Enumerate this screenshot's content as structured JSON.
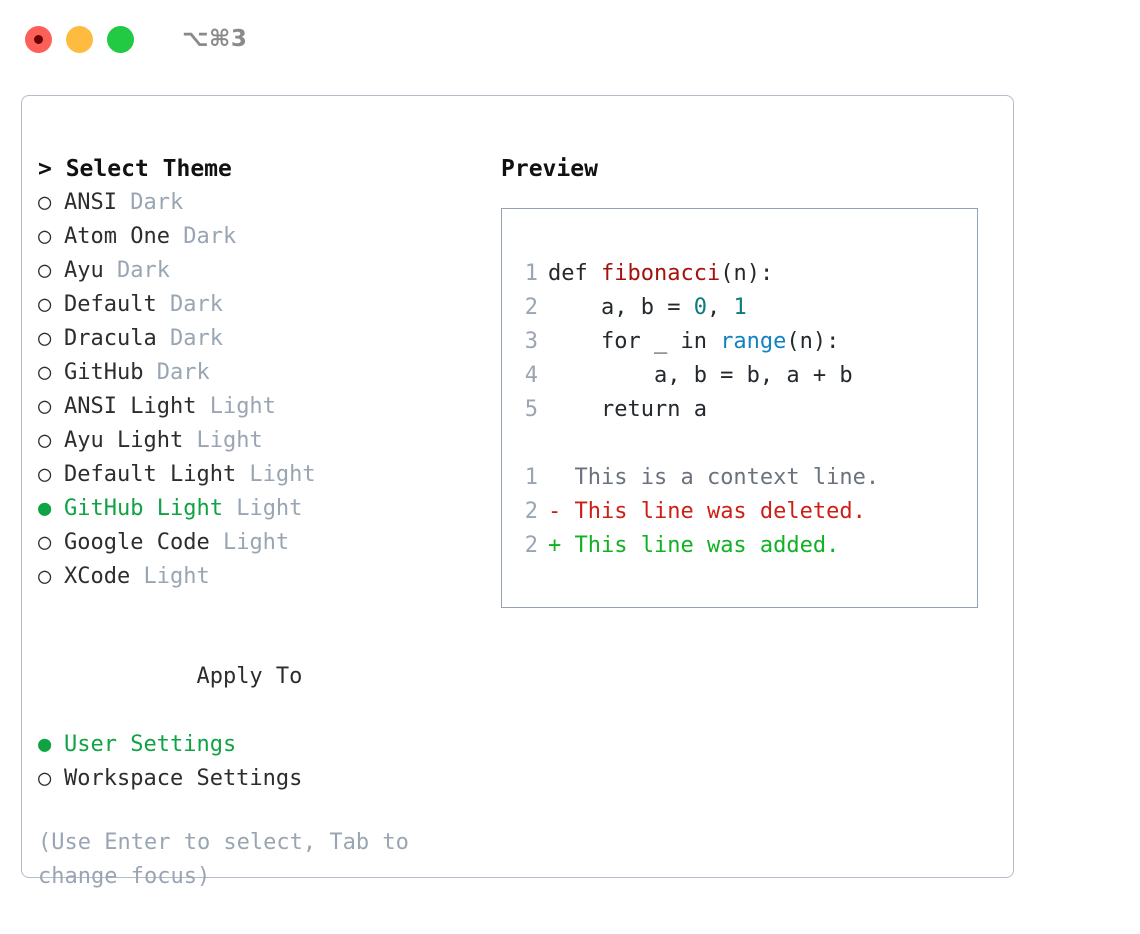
{
  "titlebar": {
    "shortcut": "⌥⌘3",
    "buttons": [
      {
        "name": "close",
        "color": "#fc6058"
      },
      {
        "name": "minimize",
        "color": "#fdbc40"
      },
      {
        "name": "zoom",
        "color": "#22c942"
      }
    ]
  },
  "colors": {
    "accent_green": "#0fa344",
    "muted": "#9aa5b4",
    "text": "#2d2d2d",
    "panel_border": "#b4bcca",
    "preview_border": "#94a3b3",
    "diff_add": "#12b024",
    "diff_del": "#cc2016",
    "code_fn": "#a3130c",
    "code_num": "#0b7b7b",
    "code_call": "#1183c4"
  },
  "left": {
    "header_prefix": "> ",
    "header": "Select Theme",
    "markers": {
      "selected": "●",
      "unselected": "○"
    },
    "themes": [
      {
        "label": "ANSI",
        "suffix": "Dark",
        "selected": false
      },
      {
        "label": "Atom One",
        "suffix": "Dark",
        "selected": false
      },
      {
        "label": "Ayu",
        "suffix": "Dark",
        "selected": false
      },
      {
        "label": "Default",
        "suffix": "Dark",
        "selected": false
      },
      {
        "label": "Dracula",
        "suffix": "Dark",
        "selected": false
      },
      {
        "label": "GitHub",
        "suffix": "Dark",
        "selected": false
      },
      {
        "label": "ANSI Light",
        "suffix": "Light",
        "selected": false
      },
      {
        "label": "Ayu Light",
        "suffix": "Light",
        "selected": false
      },
      {
        "label": "Default Light",
        "suffix": "Light",
        "selected": false
      },
      {
        "label": "GitHub Light",
        "suffix": "Light",
        "selected": true
      },
      {
        "label": "Google Code",
        "suffix": "Light",
        "selected": false
      },
      {
        "label": "XCode",
        "suffix": "Light",
        "selected": false
      }
    ],
    "apply_to_header": "Apply To",
    "apply_to": [
      {
        "label": "User Settings",
        "selected": true
      },
      {
        "label": "Workspace Settings",
        "selected": false
      }
    ],
    "hint": "(Use Enter to select, Tab to change focus)"
  },
  "right": {
    "header": "Preview",
    "code_lines": [
      {
        "n": "1",
        "tokens": [
          {
            "t": "def ",
            "c": "plain"
          },
          {
            "t": "fibonacci",
            "c": "fn"
          },
          {
            "t": "(n):",
            "c": "plain"
          }
        ]
      },
      {
        "n": "2",
        "tokens": [
          {
            "t": "    a, b = ",
            "c": "plain"
          },
          {
            "t": "0",
            "c": "num"
          },
          {
            "t": ", ",
            "c": "plain"
          },
          {
            "t": "1",
            "c": "num"
          }
        ]
      },
      {
        "n": "3",
        "tokens": [
          {
            "t": "    for _ in ",
            "c": "plain"
          },
          {
            "t": "range",
            "c": "call"
          },
          {
            "t": "(n):",
            "c": "plain"
          }
        ]
      },
      {
        "n": "4",
        "tokens": [
          {
            "t": "        a, b = b, a + b",
            "c": "plain"
          }
        ]
      },
      {
        "n": "5",
        "tokens": [
          {
            "t": "    return a",
            "c": "plain"
          }
        ]
      }
    ],
    "diff_lines": [
      {
        "n": "1",
        "sign": " ",
        "text": " This is a context line.",
        "kind": "ctx"
      },
      {
        "n": "2",
        "sign": "-",
        "text": " This line was deleted.",
        "kind": "del"
      },
      {
        "n": "2",
        "sign": "+",
        "text": " This line was added.",
        "kind": "add"
      }
    ]
  }
}
